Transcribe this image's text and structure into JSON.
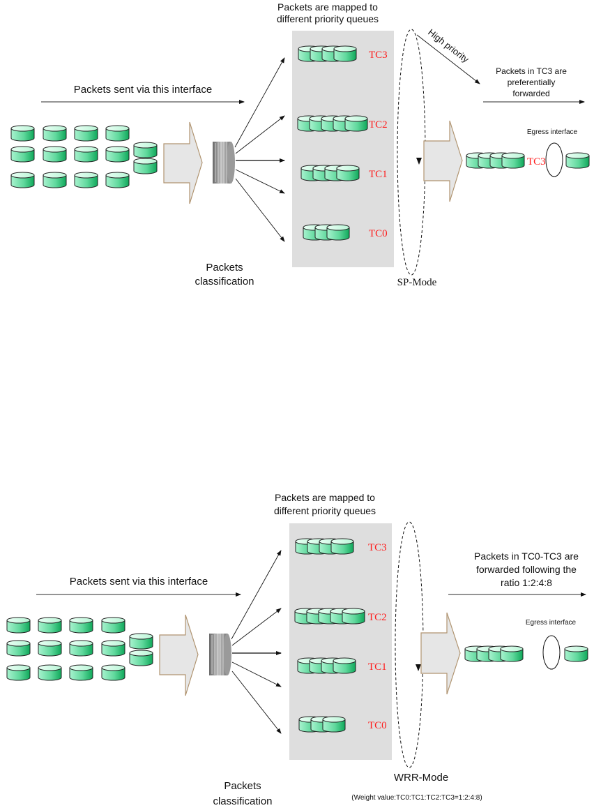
{
  "diagrams": [
    {
      "id": "sp",
      "mode_label": "SP-Mode",
      "mode_sub": "",
      "sent_label": "Packets sent via this interface",
      "mapped_label_1": "Packets are mapped to",
      "mapped_label_2": "different priority queues",
      "classification_label_1": "Packets",
      "classification_label_2": "classification",
      "high_priority_label": "High priority",
      "result_lines": [
        "Packets in TC3 are",
        "preferentially",
        "forwarded"
      ],
      "egress_label": "Egress interface",
      "egress_tc_label": "TC3",
      "input_packets": 14,
      "queues": [
        {
          "label": "TC3",
          "packets": 4
        },
        {
          "label": "TC2",
          "packets": 5
        },
        {
          "label": "TC1",
          "packets": 4
        },
        {
          "label": "TC0",
          "packets": 3
        }
      ],
      "output_packets": 4
    },
    {
      "id": "wrr",
      "mode_label": "WRR-Mode",
      "mode_sub": "(Weight value:TC0:TC1:TC2:TC3=1:2:4:8)",
      "sent_label": "Packets sent via this interface",
      "mapped_label_1": "Packets are mapped to",
      "mapped_label_2": "different priority queues",
      "classification_label_1": "Packets",
      "classification_label_2": "classification",
      "high_priority_label": "",
      "result_lines": [
        "Packets in TC0-TC3 are",
        "forwarded following the",
        "ratio 1:2:4:8"
      ],
      "egress_label": "Egress interface",
      "egress_tc_label": "",
      "input_packets": 14,
      "queues": [
        {
          "label": "TC3",
          "packets": 4
        },
        {
          "label": "TC2",
          "packets": 5
        },
        {
          "label": "TC1",
          "packets": 4
        },
        {
          "label": "TC0",
          "packets": 3
        }
      ],
      "output_packets": 4
    }
  ],
  "colors": {
    "packet_light": "#d8fbe8",
    "packet_mid": "#7ee3b0",
    "packet_dark": "#10b060",
    "queue_panel": "#dedede",
    "tc_label": "#ff1a1a",
    "arrow_fill": "#e6e6e6",
    "arrow_stroke": "#b09470"
  }
}
